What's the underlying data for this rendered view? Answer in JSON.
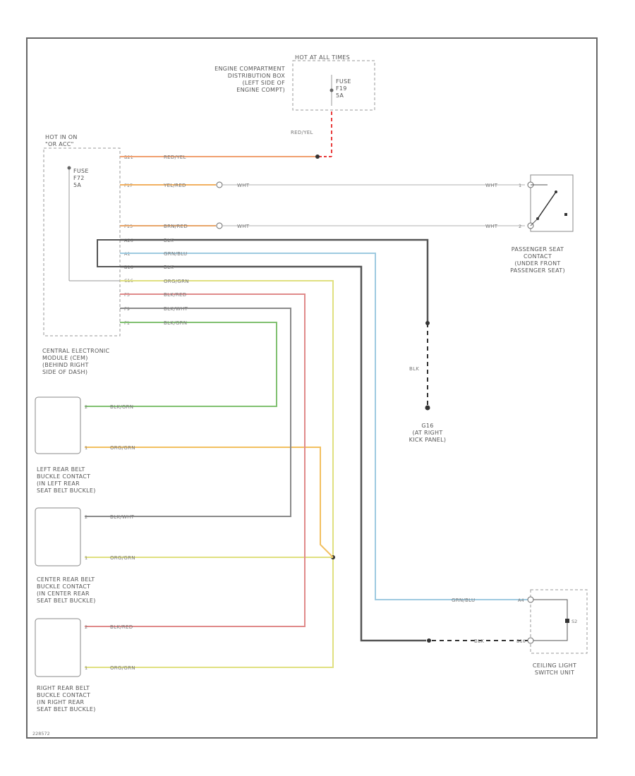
{
  "fuse_panel": {
    "title": "HOT AT ALL TIMES",
    "fuse": "FUSE\nF19\n5A",
    "location": "ENGINE COMPARTMENT\nDISTRIBUTION BOX\n(LEFT SIDE OF\nENGINE COMPT)"
  },
  "cem": {
    "title": "HOT IN ON\n\"OR ACC\"",
    "fuse": "FUSE\nF72\n5A",
    "label": "CENTRAL ELECTRONIC\nMODULE (CEM)\n(BEHIND RIGHT\nSIDE OF DASH)"
  },
  "pins": [
    "B21",
    "F17",
    "F13",
    "A26",
    "A1",
    "B16",
    "C16",
    "F3",
    "F9",
    "F1"
  ],
  "wires": {
    "red_yel": "RED/YEL",
    "yel_red": "YEL/RED",
    "brn_red": "BRN/RED",
    "wht": "WHT",
    "blk": "BLK",
    "grn_blu": "GRN/BLU",
    "org_grn": "ORG/GRN",
    "blk_red": "BLK/RED",
    "blk_wht": "BLK/WHT",
    "blk_grn": "BLK/GRN"
  },
  "passenger_seat": {
    "label": "PASSENGER SEAT\nCONTACT\n(UNDER FRONT\nPASSENGER SEAT)",
    "pin1": "1",
    "pin2": "2"
  },
  "ground": {
    "label": "G16\n(AT RIGHT\nKICK PANEL)"
  },
  "left_buckle": {
    "label": "LEFT REAR BELT\nBUCKLE CONTACT\n(IN LEFT REAR\nSEAT BELT BUCKLE)",
    "pin_a": "2",
    "pin_b": "1"
  },
  "center_buckle": {
    "label": "CENTER REAR BELT\nBUCKLE CONTACT\n(IN CENTER REAR\nSEAT BELT BUCKLE)",
    "pin_a": "2",
    "pin_b": "1"
  },
  "right_buckle": {
    "label": "RIGHT REAR BELT\nBUCKLE CONTACT\n(IN RIGHT REAR\nSEAT BELT BUCKLE)",
    "pin_a": "2",
    "pin_b": "1"
  },
  "ceiling": {
    "label": "CEILING LIGHT\nSWITCH UNIT",
    "pin_a": "A4",
    "pin_b": "B16",
    "switch": "S2"
  },
  "footer": "228572",
  "colors": {
    "red_yel": "#f0a070",
    "yel_red": "#f2b060",
    "brn_red": "#e8a66a",
    "blk": "#555555",
    "grn_blu": "#9ecae0",
    "org_grn": "#e0e080",
    "blk_red": "#e08a8a",
    "blk_wht": "#8a8a8a",
    "blk_grn": "#80c070",
    "wht": "#d8d8d8"
  }
}
